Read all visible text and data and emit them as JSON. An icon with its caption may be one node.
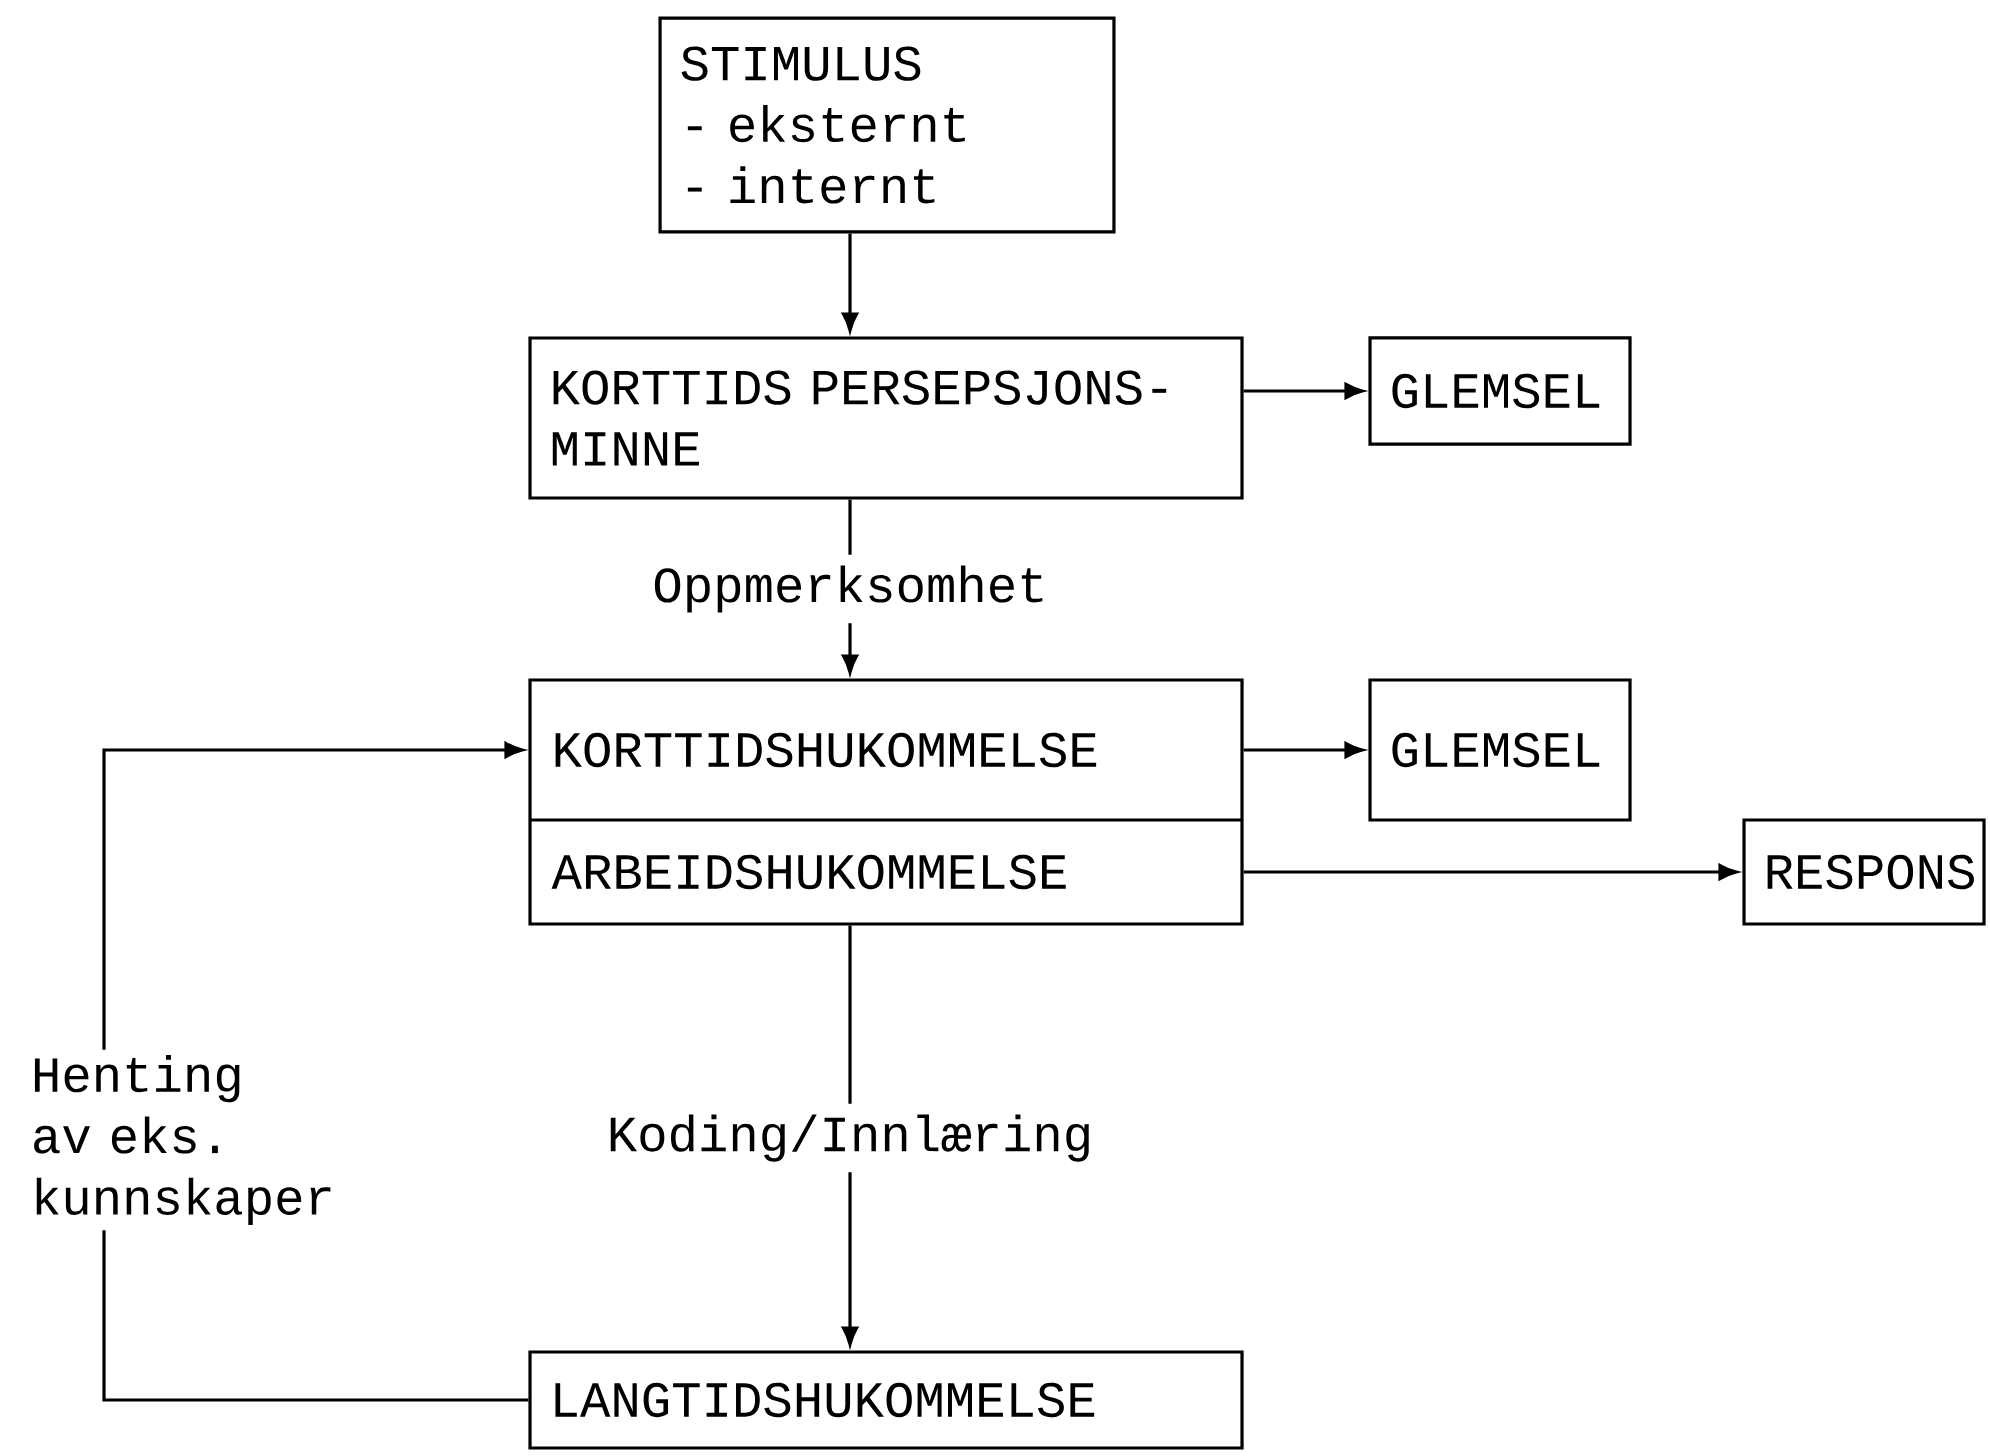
{
  "diagram": {
    "nodes": [
      {
        "text": [
          "STIMULUS",
          "- eksternt",
          "- internt"
        ]
      },
      {
        "text": [
          "KORTTIDS PERSEPSJONS- MINNE"
        ]
      },
      {
        "text": [
          "GLEMSEL"
        ]
      },
      {
        "text": [
          "KORTTIDSHUKOMMELSE",
          "ARBEIDSHUKOMMELSE"
        ]
      },
      {
        "text": [
          "GLEMSEL"
        ]
      },
      {
        "text": [
          "RESPONS"
        ]
      },
      {
        "text": [
          "LANGTIDSHUKOMMELSE"
        ]
      }
    ],
    "edges": [
      {
        "from": 0,
        "to": 1,
        "arrow": "to"
      },
      {
        "from": 1,
        "to": 2,
        "arrow": "to"
      },
      {
        "from": 1,
        "to": 3,
        "arrow": "to",
        "label": "Oppmerksomhet"
      },
      {
        "from": 3,
        "to": 4,
        "arrow": "to"
      },
      {
        "from": 3,
        "to": 5,
        "arrow": "to"
      },
      {
        "from": 3,
        "to": 6,
        "arrow": "to",
        "label": "Koding/Innlæring"
      },
      {
        "from": 6,
        "to": 3,
        "arrow": "to",
        "label": "Henting av eks. kunnskaper"
      }
    ]
  }
}
